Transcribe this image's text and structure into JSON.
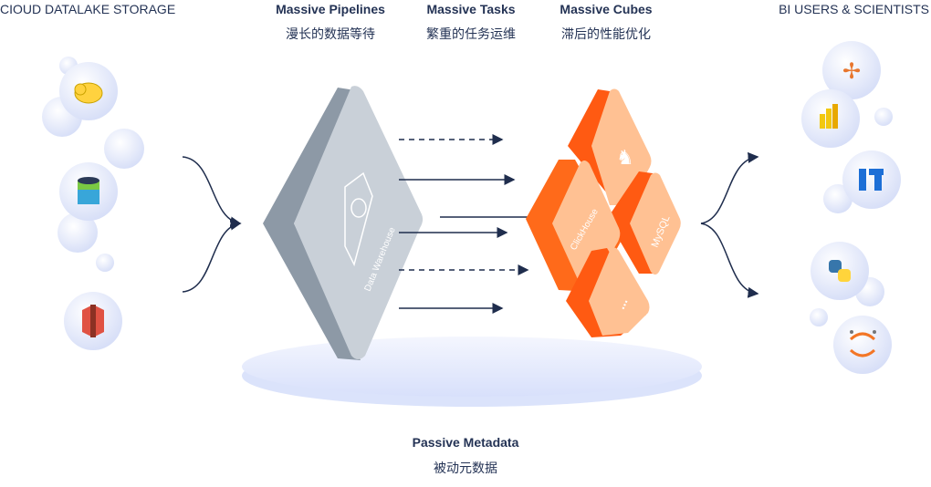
{
  "headers": {
    "left": "CIOUD DATALAKE STORAGE",
    "right": "BI USERS & SCIENTISTS",
    "pipelines": {
      "en": "Massive Pipelines",
      "zh": "漫长的数据等待"
    },
    "tasks": {
      "en": "Massive Tasks",
      "zh": "繁重的任务运维"
    },
    "cubes": {
      "en": "Massive Cubes",
      "zh": "滞后的性能优化"
    }
  },
  "footer": {
    "en": "Passive Metadata",
    "zh": "被动元数据"
  },
  "warehouse": {
    "label": "Data Warehouse"
  },
  "cubes": [
    {
      "name": "kylin",
      "label": ""
    },
    {
      "name": "clickhouse",
      "label": "ClickHouse"
    },
    {
      "name": "mysql",
      "label": "MySQL"
    },
    {
      "name": "more",
      "label": "..."
    }
  ],
  "sources": [
    "hadoop",
    "database",
    "aws-s3"
  ],
  "consumers": [
    "tableau",
    "power-bi",
    "finebi",
    "python",
    "jupyter"
  ],
  "colors": {
    "navy": "#1f2d4d",
    "orange": "#ff6a1a",
    "grey": "#a9b3bd",
    "bubble": "#e3e9fb"
  }
}
